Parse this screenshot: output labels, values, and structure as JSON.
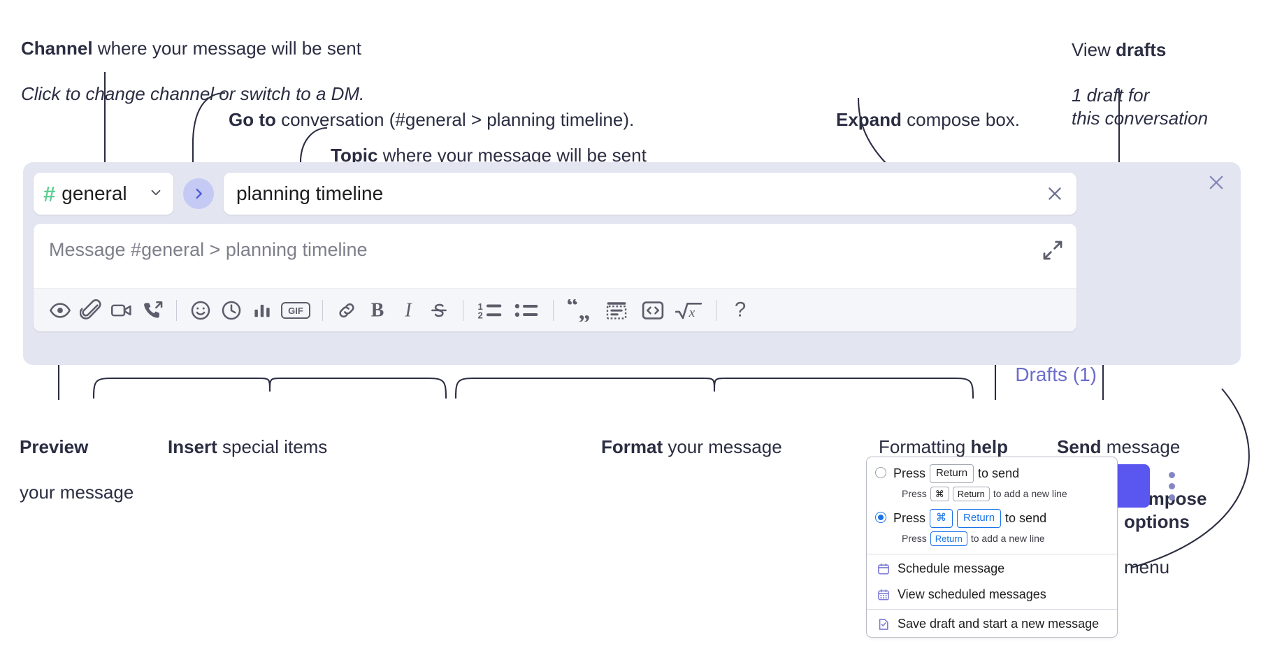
{
  "annotations": {
    "channel": {
      "bold": "Channel",
      "rest": " where your message will be sent",
      "italic": "Click to change channel or switch to a DM."
    },
    "goto": {
      "bold": "Go to",
      "rest": " conversation (#general > planning timeline)."
    },
    "topic": {
      "bold": "Topic",
      "rest": " where your message will be sent"
    },
    "expand": {
      "bold": "Expand",
      "rest": " compose box."
    },
    "drafts": {
      "bold_prefix": "View ",
      "bold": "drafts",
      "italic": "1 draft for\nthis conversation"
    },
    "preview": {
      "bold": "Preview",
      "rest": "your message"
    },
    "insert": {
      "bold": "Insert",
      "rest": " special items"
    },
    "format": {
      "bold": "Format",
      "rest": " your message"
    },
    "help": {
      "plain": "Formatting ",
      "bold": "help"
    },
    "send": {
      "bold": "Send",
      "rest": " message"
    },
    "compose_options": {
      "bold": "Compose\noptions",
      "rest": "menu"
    }
  },
  "compose": {
    "channel": {
      "hash": "#",
      "name": "general",
      "chevron_icon": "chevron-down-icon"
    },
    "goto_icon": "chevron-right-icon",
    "topic": {
      "value": "planning timeline",
      "clear_icon": "close-icon"
    },
    "message": {
      "placeholder": "Message #general > planning timeline",
      "value": ""
    },
    "expand_icon": "expand-diagonal-icon",
    "close_icon": "close-icon",
    "toolbar": [
      {
        "name": "preview-icon",
        "label": "Preview"
      },
      {
        "name": "attachment-icon",
        "label": "Attach file"
      },
      {
        "name": "video-camera-icon",
        "label": "Record video clip"
      },
      {
        "name": "phone-forward-icon",
        "label": "Record audio clip"
      },
      {
        "name": "separator",
        "label": ""
      },
      {
        "name": "emoji-icon",
        "label": "Emoji"
      },
      {
        "name": "clock-icon",
        "label": "Reminder"
      },
      {
        "name": "bar-chart-icon",
        "label": "Poll"
      },
      {
        "name": "gif-icon",
        "label": "GIF"
      },
      {
        "name": "separator",
        "label": ""
      },
      {
        "name": "link-icon",
        "label": "Link"
      },
      {
        "name": "bold-icon",
        "label": "Bold"
      },
      {
        "name": "italic-icon",
        "label": "Italic"
      },
      {
        "name": "strikethrough-icon",
        "label": "Strikethrough"
      },
      {
        "name": "separator",
        "label": ""
      },
      {
        "name": "ordered-list-icon",
        "label": "Ordered list"
      },
      {
        "name": "bullet-list-icon",
        "label": "Bulleted list"
      },
      {
        "name": "separator",
        "label": ""
      },
      {
        "name": "blockquote-icon",
        "label": "Blockquote"
      },
      {
        "name": "code-block-icon",
        "label": "Code block"
      },
      {
        "name": "code-icon",
        "label": "Code"
      },
      {
        "name": "math-icon",
        "label": "Math"
      },
      {
        "name": "separator",
        "label": ""
      },
      {
        "name": "help-icon",
        "label": "Formatting help"
      }
    ],
    "gif_label": "GIF",
    "help_label": "?",
    "drafts_label": "Drafts (1)",
    "send_icon": "send-paper-plane-icon",
    "kebab_icon": "vertical-dots-icon"
  },
  "options_menu": {
    "radio_options": [
      {
        "selected": false,
        "line1": {
          "before": "Press",
          "key": "Return",
          "after": "to send"
        },
        "line2": {
          "before": "Press",
          "key1": "⌘",
          "key2": "Return",
          "after": "to add a new line"
        }
      },
      {
        "selected": true,
        "line1": {
          "before": "Press",
          "key1": "⌘",
          "key2": "Return",
          "after": "to send"
        },
        "line2": {
          "before": "Press",
          "key": "Return",
          "after": "to add a new line"
        }
      }
    ],
    "items": [
      {
        "icon": "calendar-icon",
        "label": "Schedule message"
      },
      {
        "icon": "calendar-grid-icon",
        "label": "View scheduled messages"
      },
      {
        "icon": "document-check-icon",
        "label": "Save draft and start a new message"
      }
    ]
  },
  "colors": {
    "panel_bg": "#e3e5f1",
    "send_button": "#5a56f0",
    "drafts_text": "#6b6ccb",
    "hash_green": "#5fce94",
    "goto_circle": "#c5caf5",
    "key_blue": "#1a73e8"
  }
}
